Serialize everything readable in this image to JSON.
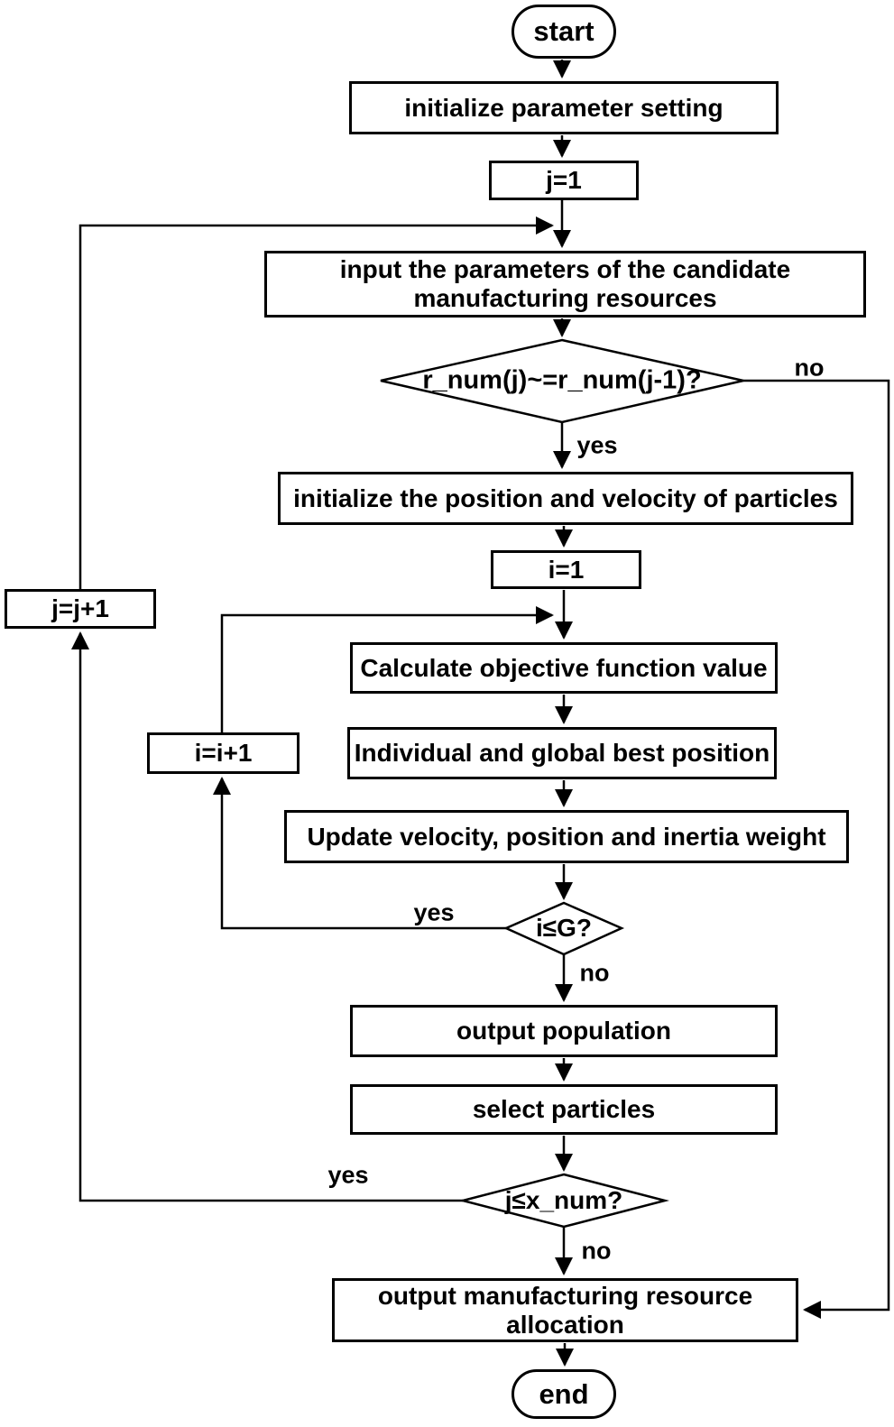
{
  "flowchart": {
    "nodes": {
      "start": "start",
      "init_param": "initialize parameter setting",
      "j_init": "j=1",
      "input_params": "input the parameters of the candidate manufacturing resources",
      "resource_check": "r_num(j)~=r_num(j-1)?",
      "init_particles": "initialize the position and velocity of particles",
      "i_init": "i=1",
      "calc_objective": "Calculate objective function value",
      "best_position": "Individual  and global best position",
      "update_velocity": "Update velocity, position and inertia weight",
      "i_increment": "i=i+1",
      "j_increment": "j=j+1",
      "iteration_check": "i≤G?",
      "output_population": "output population",
      "select_particles": "select particles",
      "task_check": "j≤x_num?",
      "output_allocation": "output manufacturing resource allocation",
      "end": "end"
    },
    "edge_labels": {
      "resource_check_yes": "yes",
      "resource_check_no": "no",
      "iteration_check_yes": "yes",
      "iteration_check_no": "no",
      "task_check_yes": "yes",
      "task_check_no": "no"
    },
    "colors": {
      "stroke": "#000000",
      "fill": "#ffffff",
      "text": "#000000"
    }
  }
}
